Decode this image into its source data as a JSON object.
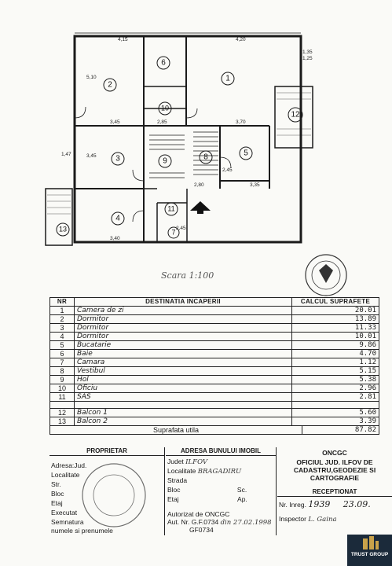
{
  "plan": {
    "rooms": [
      {
        "num": "1"
      },
      {
        "num": "2"
      },
      {
        "num": "3"
      },
      {
        "num": "4"
      },
      {
        "num": "5"
      },
      {
        "num": "6"
      },
      {
        "num": "7"
      },
      {
        "num": "8"
      },
      {
        "num": "9"
      },
      {
        "num": "10"
      },
      {
        "num": "11"
      },
      {
        "num": "12"
      },
      {
        "num": "13"
      }
    ],
    "dims": [
      "4,15",
      "4,20",
      "5,10",
      "2,85",
      "3,45",
      "3,70",
      "3,45",
      "2,80",
      "3,35",
      "2,45",
      "3,40",
      "1,35",
      "2,45",
      "1,25",
      "1,47"
    ],
    "scale": "Scara 1:100"
  },
  "table": {
    "headers": [
      "NR",
      "DESTINATIA INCAPERII",
      "CALCUL SUPRAFETE"
    ],
    "rows": [
      {
        "nr": "1",
        "name": "Camera de zi",
        "area": "20.01"
      },
      {
        "nr": "2",
        "name": "Dormitor",
        "area": "13.89"
      },
      {
        "nr": "3",
        "name": "Dormitor",
        "area": "11.33"
      },
      {
        "nr": "4",
        "name": "Dormitor",
        "area": "10.01"
      },
      {
        "nr": "5",
        "name": "Bucatarie",
        "area": "9.86"
      },
      {
        "nr": "6",
        "name": "Baie",
        "area": "4.70"
      },
      {
        "nr": "7",
        "name": "Camara",
        "area": "1.12"
      },
      {
        "nr": "8",
        "name": "Vestibul",
        "area": "5.15"
      },
      {
        "nr": "9",
        "name": "Hol",
        "area": "5.38"
      },
      {
        "nr": "10",
        "name": "Oficiu",
        "area": "2.96"
      },
      {
        "nr": "11",
        "name": "SAS",
        "area": "2.81"
      }
    ],
    "balcony_rows": [
      {
        "nr": "12",
        "name": "Balcon 1",
        "area": "5.60"
      },
      {
        "nr": "13",
        "name": "Balcon 2",
        "area": "3.39"
      }
    ],
    "total_label": "Suprafata utila",
    "total_value": "87.82"
  },
  "footer": {
    "owner_head": "PROPRIETAR",
    "owner_lines": [
      "Adresa:Jud.",
      "Localitate",
      "Str.",
      "Bloc",
      "Etaj",
      "Executat",
      "Semnatura",
      "numele si prenumele"
    ],
    "address_head": "ADRESA BUNULUI IMOBIL",
    "address_lines": [
      {
        "label": "Judet",
        "value": "ILFOV"
      },
      {
        "label": "Localitate",
        "value": "BRAGADIRU"
      },
      {
        "label": "Strada",
        "value": ""
      },
      {
        "label": "Bloc",
        "value": ""
      },
      {
        "label": "Etaj",
        "value": ""
      }
    ],
    "address_extra": [
      "Sc.",
      "Ap."
    ],
    "authorized": "Autorizat de ONCGC",
    "aut_nr": "Aut. Nr. G.F.0734",
    "aut_din": "din 27.02.1998",
    "aut_code": "GF0734",
    "office_head": "ONCGC",
    "office_name": "OFICIUL JUD. ILFOV DE CADASTRU,GEODEZIE SI CARTOGRAFIE",
    "reception_head": "RECEPTIONAT",
    "nr_inreg_label": "Nr. Inreg.",
    "nr_inreg": "1939",
    "date": "23.09.",
    "inspector_label": "Inspector",
    "inspector": "L. Gaina"
  },
  "logo": {
    "text": "TRUST GROUP"
  }
}
